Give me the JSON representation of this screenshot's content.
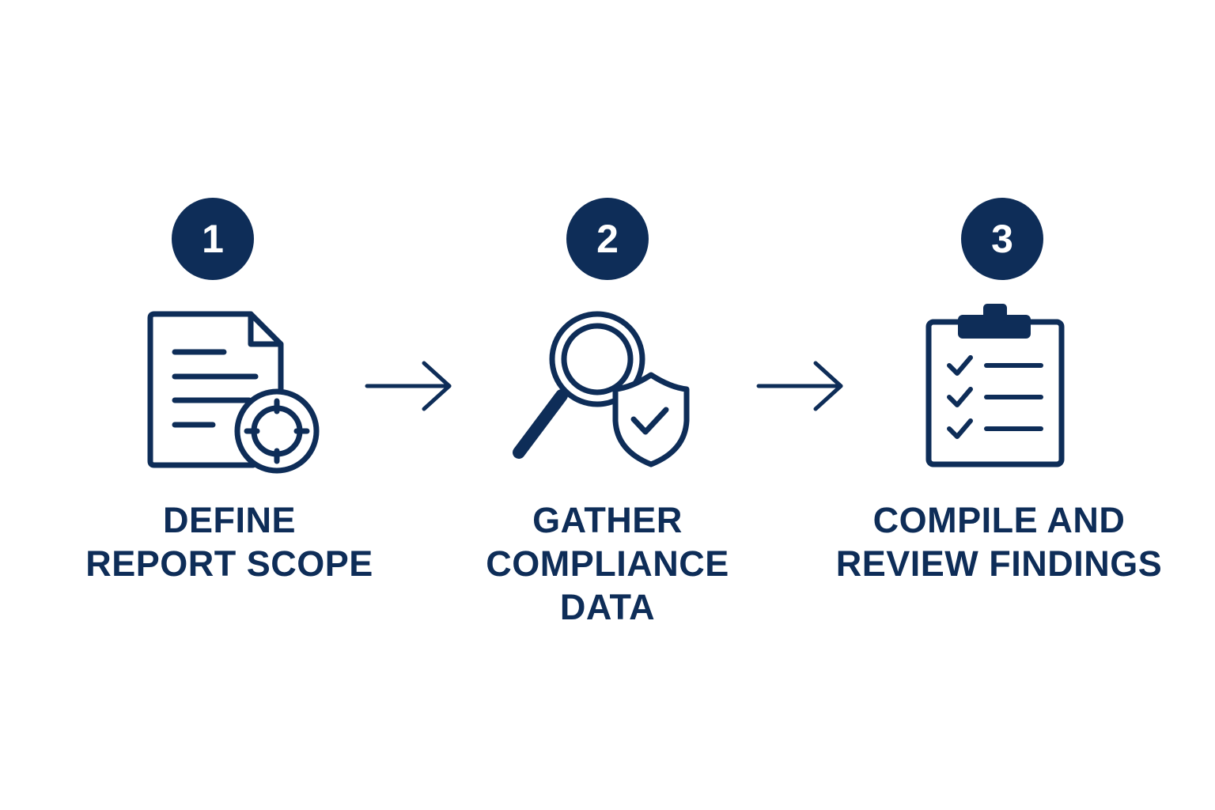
{
  "colors": {
    "primary": "#0e2d58",
    "badge_text": "#ffffff",
    "background": "#ffffff"
  },
  "steps": [
    {
      "number": "1",
      "icon": "document-target-icon",
      "label_lines": [
        "DEFINE",
        "REPORT SCOPE"
      ]
    },
    {
      "number": "2",
      "icon": "magnifier-shield-icon",
      "label_lines": [
        "GATHER",
        "COMPLIANCE",
        "DATA"
      ]
    },
    {
      "number": "3",
      "icon": "clipboard-checklist-icon",
      "label_lines": [
        "COMPILE AND",
        "REVIEW FINDINGS"
      ]
    }
  ],
  "connectors": [
    {
      "from": "1",
      "to": "2",
      "icon": "arrow-right-icon"
    },
    {
      "from": "2",
      "to": "3",
      "icon": "arrow-right-icon"
    }
  ]
}
